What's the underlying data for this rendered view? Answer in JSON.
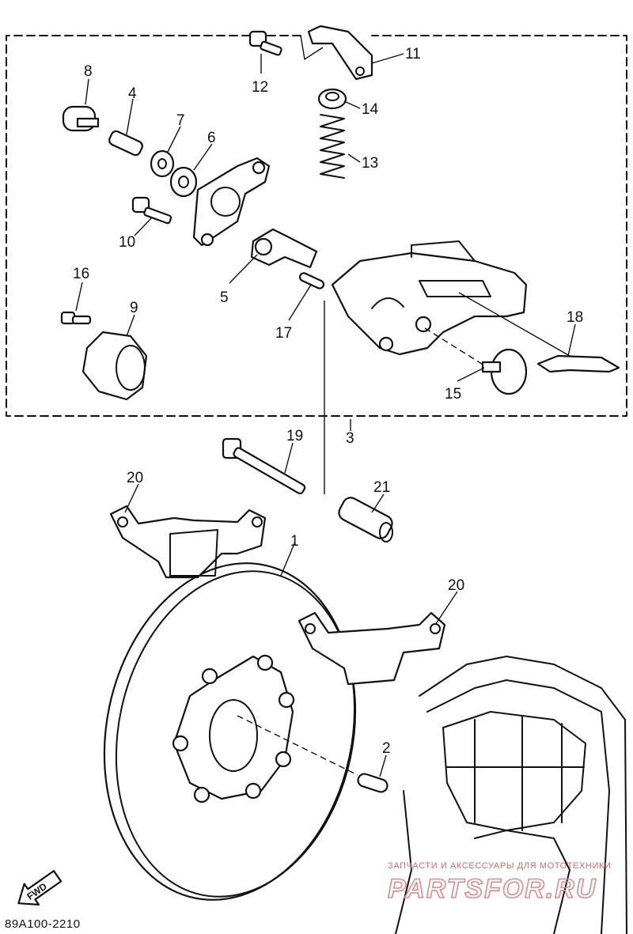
{
  "diagram": {
    "callouts": [
      {
        "id": "1",
        "label": "1"
      },
      {
        "id": "2",
        "label": "2"
      },
      {
        "id": "3",
        "label": "3"
      },
      {
        "id": "4",
        "label": "4"
      },
      {
        "id": "5",
        "label": "5"
      },
      {
        "id": "6",
        "label": "6"
      },
      {
        "id": "7",
        "label": "7"
      },
      {
        "id": "8",
        "label": "8"
      },
      {
        "id": "9",
        "label": "9"
      },
      {
        "id": "10",
        "label": "10"
      },
      {
        "id": "11",
        "label": "11"
      },
      {
        "id": "12",
        "label": "12"
      },
      {
        "id": "13",
        "label": "13"
      },
      {
        "id": "14",
        "label": "14"
      },
      {
        "id": "15",
        "label": "15"
      },
      {
        "id": "16",
        "label": "16"
      },
      {
        "id": "17",
        "label": "17"
      },
      {
        "id": "18",
        "label": "18"
      },
      {
        "id": "19",
        "label": "19"
      },
      {
        "id": "20a",
        "label": "20"
      },
      {
        "id": "20b",
        "label": "20"
      },
      {
        "id": "21",
        "label": "21"
      }
    ],
    "fwd_label": "FWD",
    "code": "89A100-2210"
  },
  "watermark": {
    "tagline": "ЗАПЧАСТИ И АКСЕССУАРЫ ДЛЯ МОТОТЕХНИКИ",
    "logo": "PARTSFOR.RU"
  }
}
